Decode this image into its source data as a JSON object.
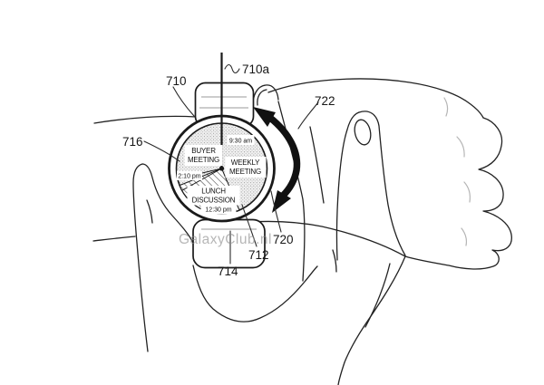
{
  "watch": {
    "time_labels": [
      "9:30 am",
      "2:10 pm",
      "12:30 pm"
    ],
    "event_labels": [
      {
        "line1": "BUYER",
        "line2": "MEETING"
      },
      {
        "line1": "WEEKLY",
        "line2": "MEETING"
      },
      {
        "line1": "LUNCH",
        "line2": "DISCUSSION"
      }
    ]
  },
  "reference_labels": {
    "r710": "710",
    "r710a": "710a",
    "r712": "712",
    "r714": "714",
    "r716": "716",
    "r720": "720",
    "r722": "722"
  },
  "watermark": {
    "text": "GalaxyClub.nl"
  },
  "icons": {
    "rotation_arrow": "curved-double-headed-arrow"
  },
  "colors": {
    "ink": "#1a1a1a",
    "crease": "#b5b5b5",
    "watermark": "#8a8a8a",
    "paper": "#ffffff"
  }
}
